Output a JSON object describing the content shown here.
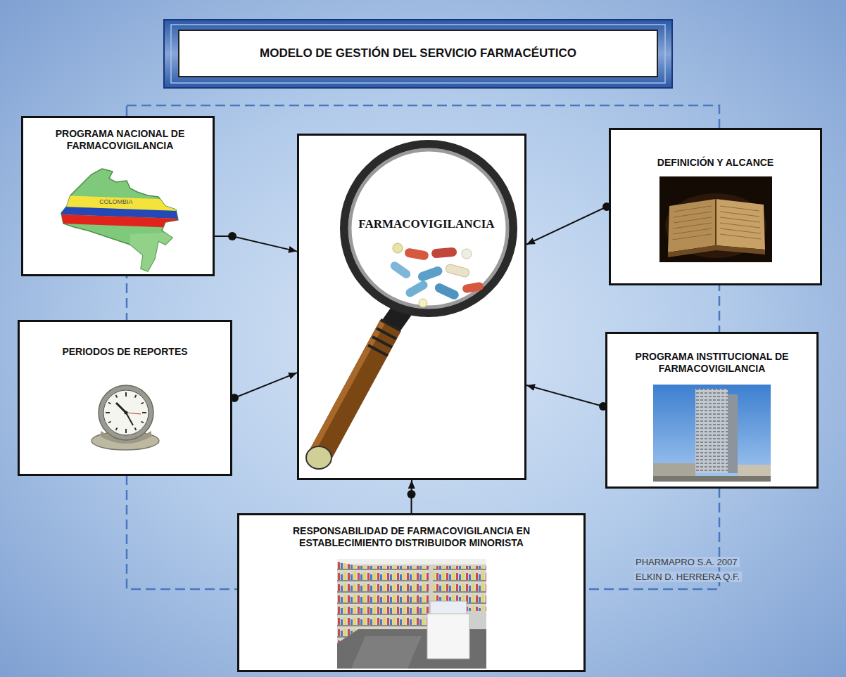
{
  "diagram": {
    "title": "MODELO DE GESTIÓN DEL SERVICIO FARMACÉUTICO",
    "nodes": [
      {
        "text": [
          "PROGRAMA NACIONAL DE FARMACOVIGILANCIA"
        ]
      },
      {
        "text": [
          "FARMACOVIGILANCIA"
        ]
      },
      {
        "text": [
          "DEFINICIÓN Y ALCANCE"
        ]
      },
      {
        "text": [
          "PERIODOS DE REPORTES"
        ]
      },
      {
        "text": [
          "PROGRAMA INSTITUCIONAL DE FARMACOVIGILANCIA"
        ]
      },
      {
        "text": [
          "RESPONSABILIDAD DE FARMACOVIGILANCIA EN ESTABLECIMIENTO DISTRIBUIDOR MINORISTA"
        ]
      }
    ],
    "edges": [
      {
        "from": 0,
        "to": 1,
        "arrow": "to"
      },
      {
        "from": 2,
        "to": 1,
        "arrow": "to"
      },
      {
        "from": 3,
        "to": 1,
        "arrow": "to"
      },
      {
        "from": 4,
        "to": 1,
        "arrow": "to"
      },
      {
        "from": 5,
        "to": 1,
        "arrow": "to"
      }
    ],
    "labels": [
      "COLOMBIA",
      "PHARMAPRO S.A. 2007",
      "ELKIN D. HERRERA Q.F."
    ]
  }
}
